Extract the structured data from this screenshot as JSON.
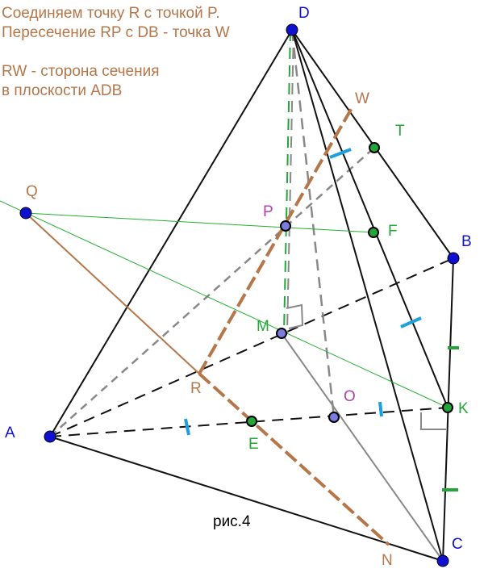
{
  "notes": {
    "line1": "Соединяем точку R с точкой P.",
    "line2": "Пересечение RP с DB - точка W",
    "line3": "RW - сторона сечения",
    "line4": "в плоскости ADB"
  },
  "caption": "рис.4",
  "points": {
    "D": "D",
    "B": "B",
    "C": "C",
    "A": "A",
    "K": "K",
    "M": "M",
    "O": "O",
    "E": "E",
    "P": "P",
    "F": "F",
    "T": "T",
    "W": "W",
    "Q": "Q",
    "R": "R",
    "N": "N"
  },
  "colors": {
    "vertex": "#1010d0",
    "green": "#22a63a",
    "section": "#b5764a",
    "tick_blue": "#1ea0e0",
    "o_label": "#b040b0"
  }
}
